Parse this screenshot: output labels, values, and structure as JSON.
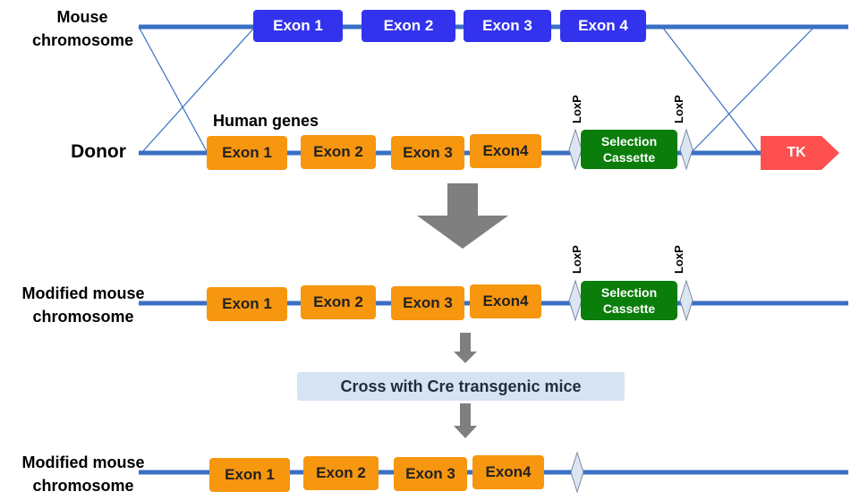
{
  "labels": {
    "mouse_chromosome": "Mouse chromosome",
    "donor": "Donor",
    "human_genes": "Human genes",
    "modified_1": "Modified mouse chromosome",
    "modified_2": "Modified mouse chromosome"
  },
  "mouse_exons": [
    "Exon 1",
    "Exon 2",
    "Exon 3",
    "Exon 4"
  ],
  "donor_exons": [
    "Exon 1",
    "Exon 2",
    "Exon 3",
    "Exon4"
  ],
  "modified1_exons": [
    "Exon 1",
    "Exon 2",
    "Exon 3",
    "Exon4"
  ],
  "modified2_exons": [
    "Exon 1",
    "Exon 2",
    "Exon 3",
    "Exon4"
  ],
  "selection_cassette": "Selection Cassette",
  "loxp": "LoxP",
  "tk": "TK",
  "cross_step": "Cross with Cre transgenic mice",
  "colors": {
    "chromosome_line": "#3a6fc4",
    "mouse_exon": "#3333ee",
    "human_exon": "#f7960f",
    "cassette": "#0a7d0a",
    "tk": "#ff5050",
    "arrow": "#7f7f7f",
    "banner": "#d6e3f3"
  }
}
